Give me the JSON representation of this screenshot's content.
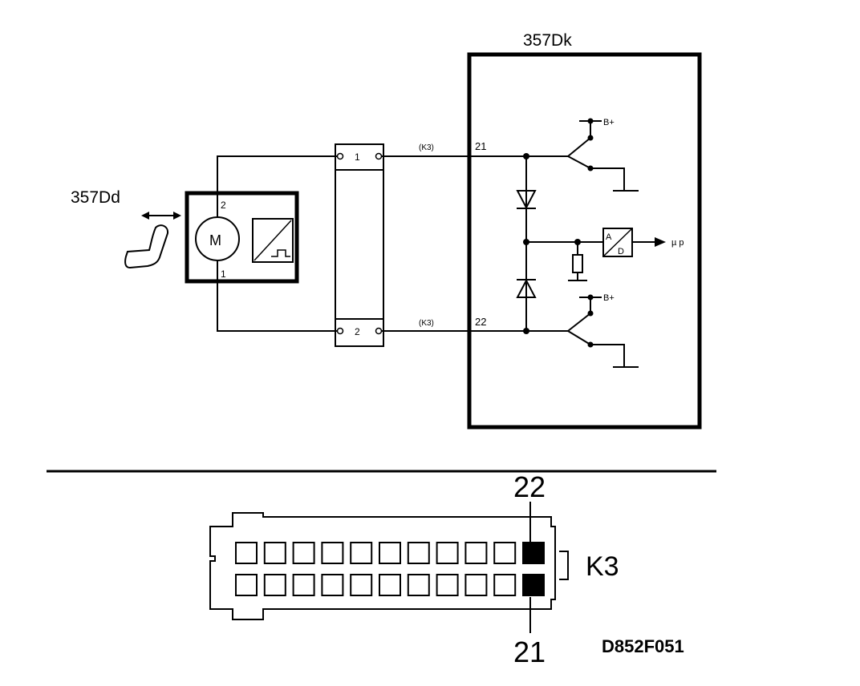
{
  "diagram": {
    "control_unit_label": "357Dk",
    "actuator_label": "357Dd",
    "motor_symbol": "M",
    "connector_name": "(K3)",
    "connector_pin_1": "1",
    "connector_pin_2": "2",
    "motor_pin_top": "2",
    "motor_pin_bottom": "1",
    "ecu_pin_top": "21",
    "ecu_pin_bottom": "22",
    "supply_top": "B+",
    "supply_bottom": "B+",
    "adc_label_a": "A",
    "adc_label_d": "D",
    "micro_label": "µ p"
  },
  "connector_view": {
    "name": "K3",
    "pin_top": "22",
    "pin_bottom": "21",
    "rows": 2,
    "cells_per_row": 11,
    "highlighted_column": 11
  },
  "reference_code": "D852F051",
  "icons": [
    "seat-icon",
    "double-arrow-icon",
    "motor-icon",
    "sensor-icon",
    "diode-icon",
    "resistor-icon",
    "switch-icon",
    "ground-icon",
    "ad-converter-icon"
  ]
}
